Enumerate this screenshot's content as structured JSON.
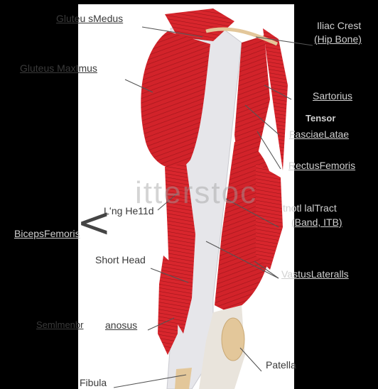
{
  "labels": {
    "gluteus_medius": "Gluteu sMedus",
    "iliac_crest_1": "Iliac Crest",
    "iliac_crest_2": "(Hip Bone)",
    "gluteus_maximus": "Gluteus MaxImus",
    "sartorius": "Sartorius",
    "tensor_1": "Tensor",
    "tensor_2": "FasciaeLatae",
    "rectus_femoris": "RectusFemoris",
    "long_head": "Lʻng He11d",
    "biceps_femoris": "BicepsFemoris",
    "it_tract_1": "tnotl  lalTract",
    "it_tract_2": "(Band, ITB)",
    "short_head": "Short Head",
    "vastus_lateralis": "VastusLateralls",
    "semimembranosus_1": "Semlmenbr",
    "semimembranosus_2": "anosus",
    "patella": "Patella",
    "fibula": "Fibula"
  },
  "watermark": "itterstoc",
  "chevron_glyph": "<",
  "colors": {
    "background": "#000000",
    "panel": "#ffffff",
    "muscle": "#d2232a",
    "muscle_dark": "#a5161c",
    "tendon": "#e8e8ea",
    "bone": "#e3c79a",
    "leader_line": "#555555"
  }
}
